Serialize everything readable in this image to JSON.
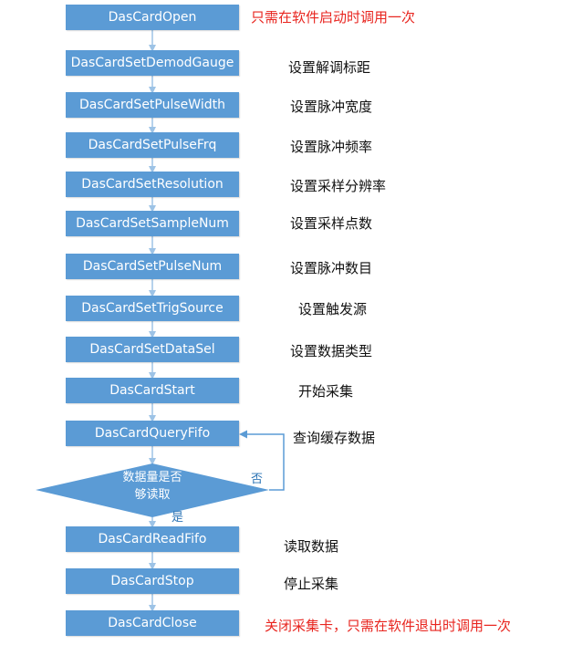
{
  "colors": {
    "box_fill": "#5b9bd5",
    "box_text": "#ffffff",
    "arrow": "#9dc3e6",
    "loop_line": "#5b9bd5",
    "branch_label": "#2e75b6",
    "note_black": "#111111",
    "note_red": "#e8251f"
  },
  "steps": [
    {
      "label": "DasCardOpen",
      "note": "只需在软件启动时调用一次"
    },
    {
      "label": "DasCardSetDemodGauge",
      "note": "设置解调标距"
    },
    {
      "label": "DasCardSetPulseWidth",
      "note": "设置脉冲宽度"
    },
    {
      "label": "DasCardSetPulseFrq",
      "note": "设置脉冲频率"
    },
    {
      "label": "DasCardSetResolution",
      "note": "设置采样分辨率"
    },
    {
      "label": "DasCardSetSampleNum",
      "note": "设置采样点数"
    },
    {
      "label": "DasCardSetPulseNum",
      "note": "设置脉冲数目"
    },
    {
      "label": "DasCardSetTrigSource",
      "note": "设置触发源"
    },
    {
      "label": "DasCardSetDataSel",
      "note": "设置数据类型"
    },
    {
      "label": "DasCardStart",
      "note": "开始采集"
    },
    {
      "label": "DasCardQueryFifo",
      "note": "查询缓存数据"
    },
    {
      "label": "DasCardReadFifo",
      "note": "读取数据"
    },
    {
      "label": "DasCardStop",
      "note": "停止采集"
    },
    {
      "label": "DasCardClose",
      "note": "关闭采集卡，只需在软件退出时调用一次"
    }
  ],
  "decision": {
    "line1": "数据量是否",
    "line2": "够读取",
    "yes_label": "是",
    "no_label": "否"
  }
}
